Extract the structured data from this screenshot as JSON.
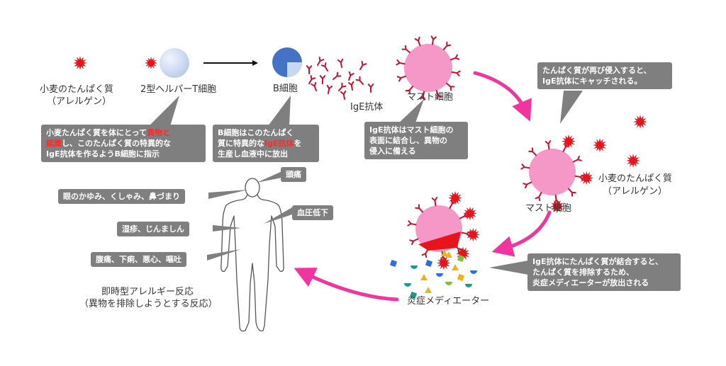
{
  "labels": {
    "allergen": "小麦のたんぱく質",
    "allergen_paren": "（アレルゲン）",
    "helper_t": "2型ヘルパーT細胞",
    "b_cell": "B細胞",
    "ige": "IgE抗体",
    "mast_top": "マスト細胞",
    "mast_mid": "マスト細胞",
    "allergen_right": "小麦のたんぱく質",
    "allergen_right_paren": "（アレルゲン）",
    "mediator": "炎症メディエーター",
    "reaction": "即時型アレルギー反応",
    "reaction_paren": "（異物を排除しようとする反応）"
  },
  "callouts": {
    "t_cell": {
      "pre": "小麦たんぱく質を体にとって",
      "red": "異物と",
      "red2": "認識",
      "post": "し、このたんぱく質の特異的な",
      "line3": "IgE抗体を作るようB細胞に指示"
    },
    "b_cell": {
      "line1": "B細胞はこのたんぱく",
      "pre2": "質に特異的な",
      "red2": "IgE抗体",
      "post2": "を",
      "line3": "生産し血液中に放出"
    },
    "mast": {
      "line1": "IgE抗体はマスト細胞の",
      "line2": "表面に結合し、異物の",
      "line3": "侵入に備える"
    },
    "capture": {
      "line1": "たんぱく質が再び侵入すると、",
      "line2": "IgE抗体にキャッチされる。"
    },
    "release": {
      "line1": "IgE抗体にたんぱく質が結合すると、",
      "line2": "たんぱく質を排除するため、",
      "line3": "炎症メディエーターが放出される"
    }
  },
  "symptoms": {
    "headache": "頭痛",
    "eyes": "眼のかゆみ、くしゃみ、鼻づまり",
    "bp": "血圧低下",
    "skin": "湿疹、じんましん",
    "gut": "腹痛、下痢、悪心、嘔吐"
  },
  "colors": {
    "allergen": "#e8141c",
    "antibody": "#c8102e",
    "mast": "#f598c8",
    "helper_t": "#c9d7f0",
    "b_cell": "#4472c4",
    "arrow": "#f0359f",
    "callout": "#7f7f7f",
    "body_outline": "#555555"
  }
}
